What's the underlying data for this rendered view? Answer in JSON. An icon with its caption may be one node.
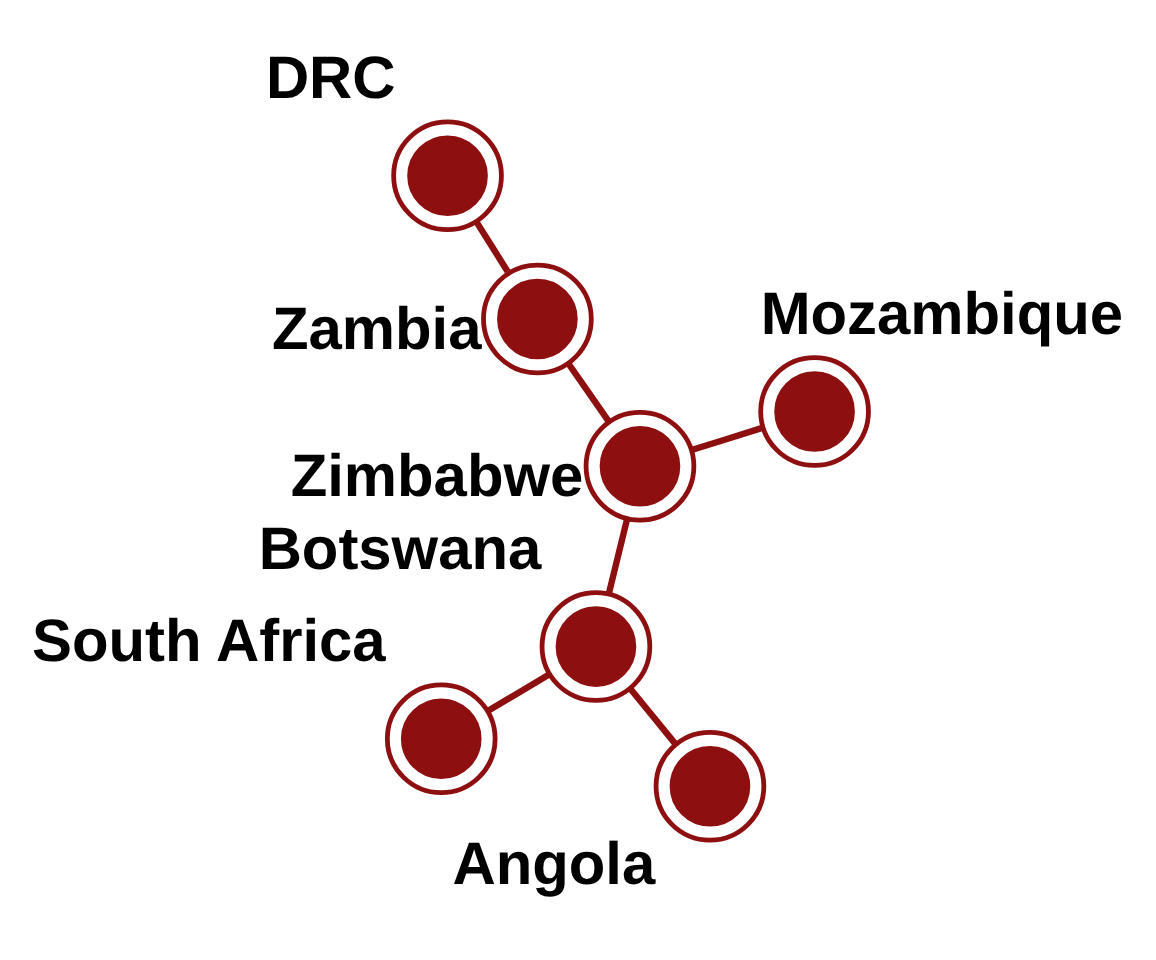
{
  "diagram": {
    "nodes": [
      {
        "text": [],
        "shape": "circle",
        "beside": [
          "DRC"
        ]
      },
      {
        "text": [],
        "shape": "circle",
        "beside": [
          "Zambia"
        ]
      },
      {
        "text": [],
        "shape": "circle",
        "beside": [
          "Mozambique"
        ]
      },
      {
        "text": [],
        "shape": "circle",
        "beside": [
          "Zimbabwe"
        ]
      },
      {
        "text": [],
        "shape": "circle",
        "beside": [
          "Angola"
        ]
      },
      {
        "text": [],
        "shape": "circle",
        "beside": [
          "Botswana"
        ]
      },
      {
        "text": [],
        "shape": "circle",
        "beside": [
          "South Africa"
        ]
      }
    ],
    "edges": [
      {
        "from": 0,
        "to": 1,
        "arrow": "none"
      },
      {
        "from": 1,
        "to": 3,
        "arrow": "none"
      },
      {
        "from": 2,
        "to": 3,
        "arrow": "none"
      },
      {
        "from": 3,
        "to": 5,
        "arrow": "none"
      },
      {
        "from": 4,
        "to": 5,
        "arrow": "none"
      },
      {
        "from": 5,
        "to": 6,
        "arrow": "none"
      }
    ]
  }
}
